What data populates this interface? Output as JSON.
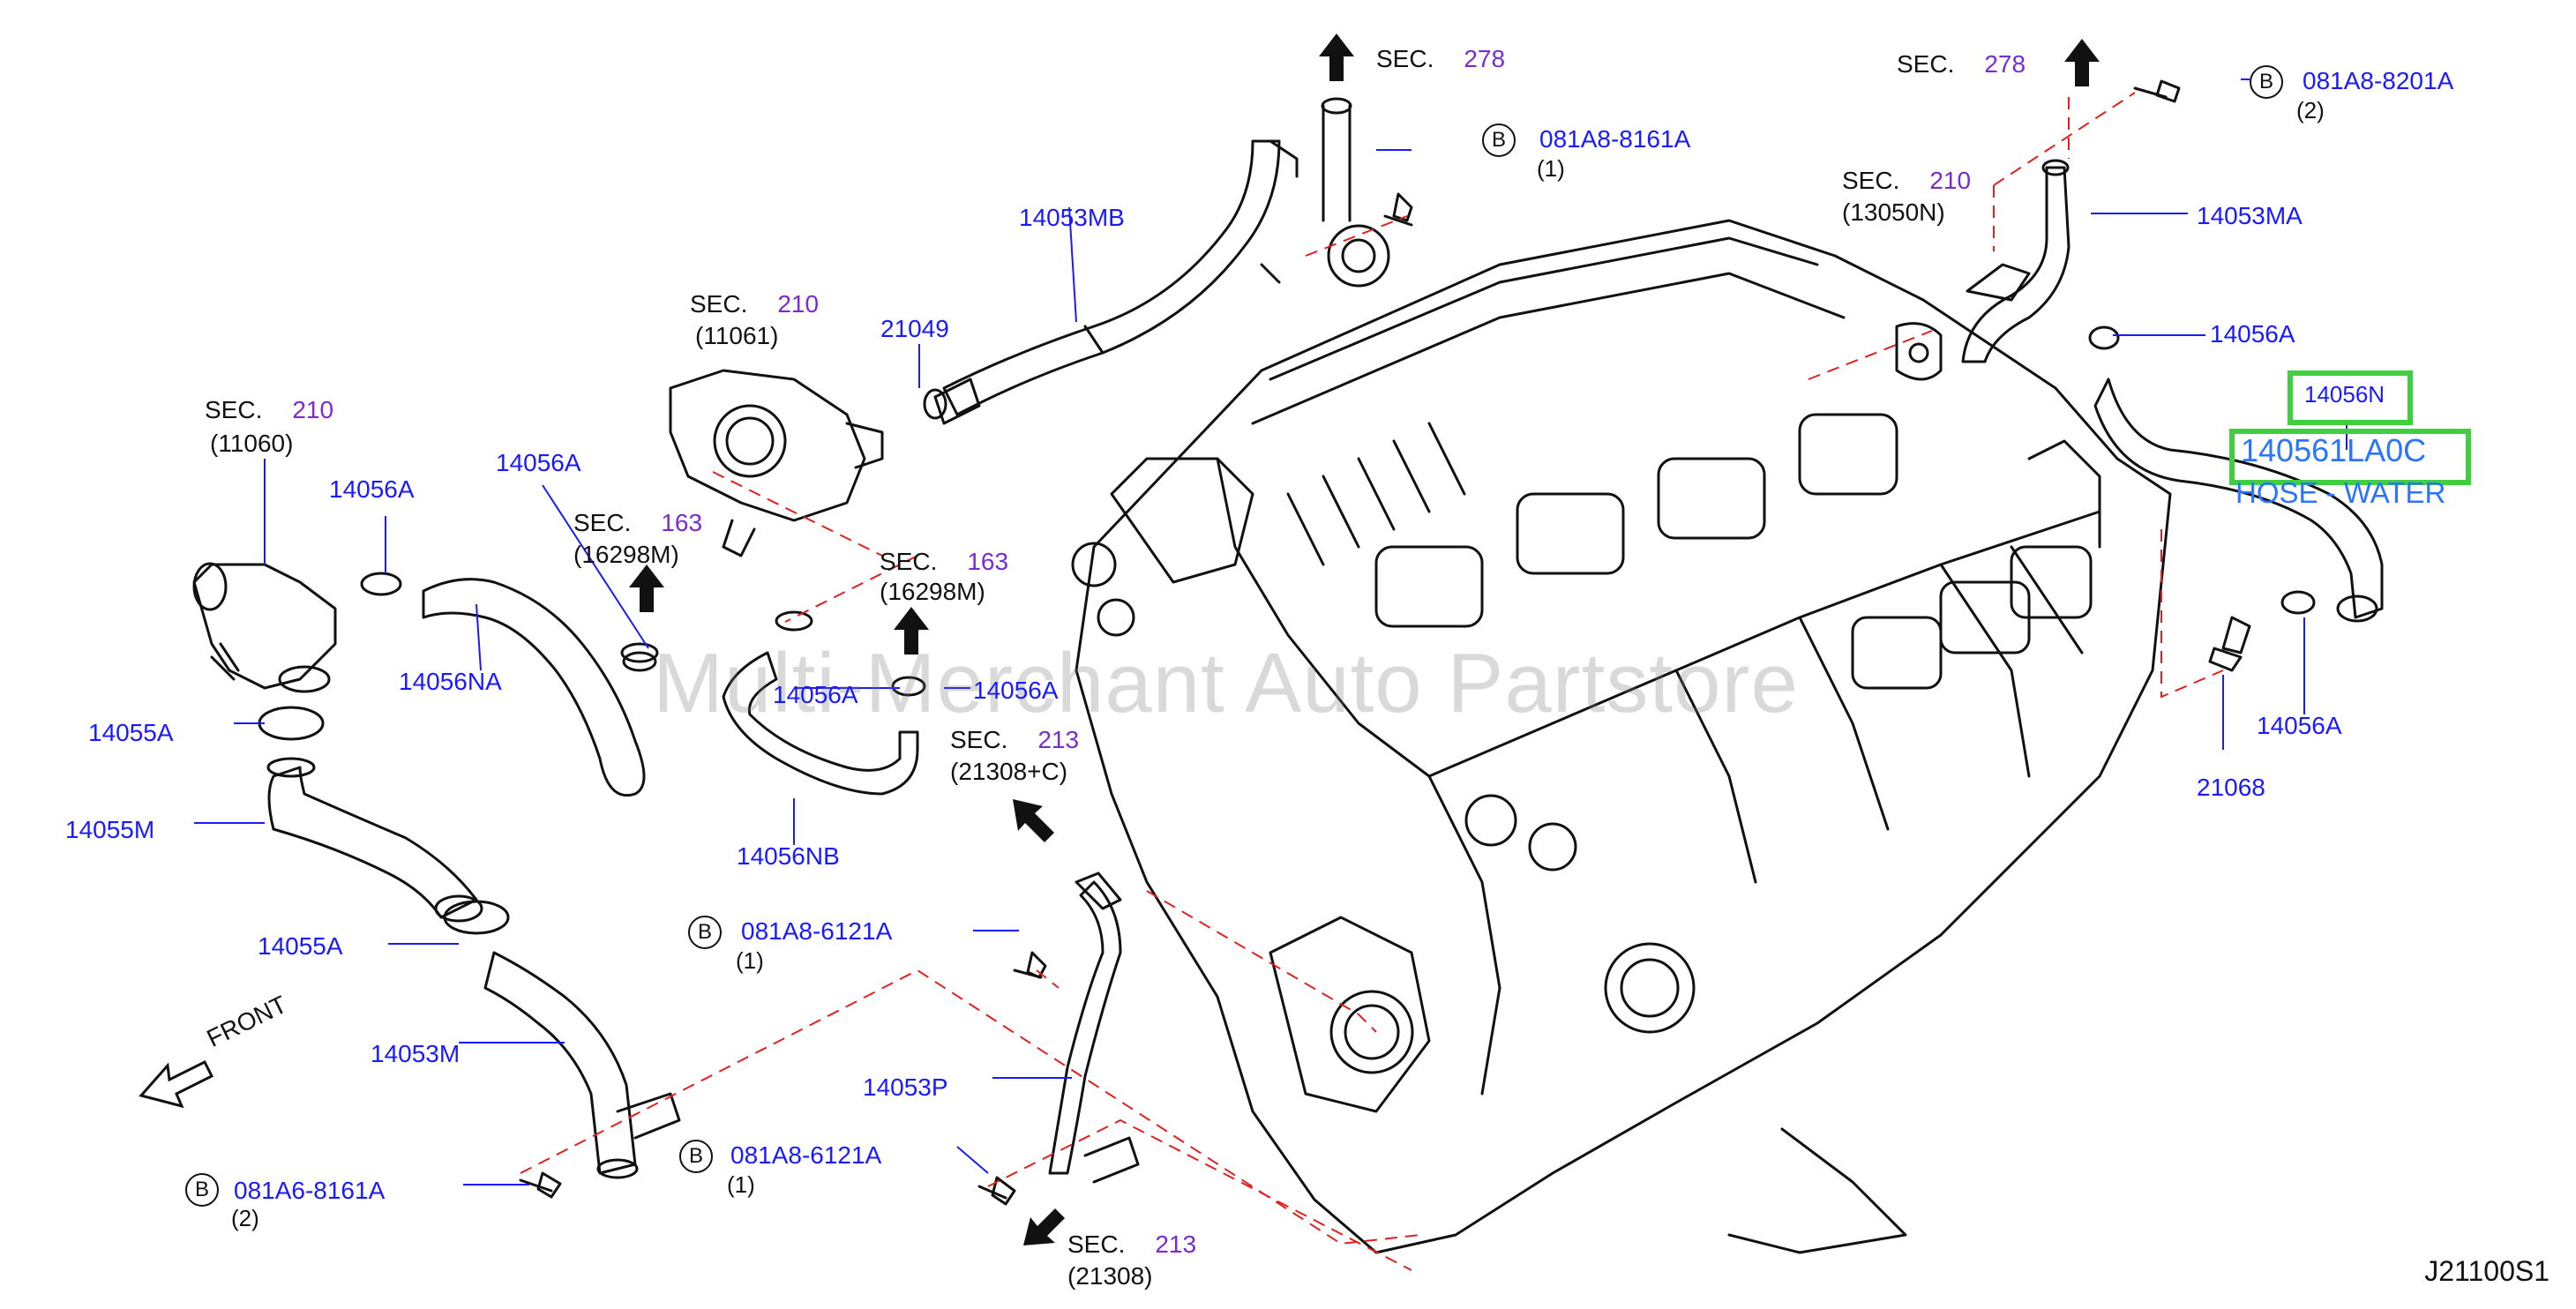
{
  "watermark": "Multi-Merchant Auto Partstore",
  "diagram_code": "J21100S1",
  "front_label": "FRONT",
  "sec_labels": [
    {
      "sec": "SEC.",
      "num": "278"
    },
    {
      "sec": "SEC.",
      "num": "278"
    },
    {
      "sec": "SEC.",
      "num": "210",
      "ref": "(11061)"
    },
    {
      "sec": "SEC.",
      "num": "210",
      "ref": "(11060)"
    },
    {
      "sec": "SEC.",
      "num": "210",
      "ref": "(13050N)"
    },
    {
      "sec": "SEC.",
      "num": "163",
      "ref": "(16298M)"
    },
    {
      "sec": "SEC.",
      "num": "163",
      "ref": "(16298M)"
    },
    {
      "sec": "SEC.",
      "num": "213",
      "ref": "(21308+C)"
    },
    {
      "sec": "SEC.",
      "num": "213",
      "ref": "(21308)"
    }
  ],
  "bolts": [
    {
      "circle": "B",
      "part": "081A8-8161A",
      "qty": "(1)"
    },
    {
      "circle": "B",
      "part": "081A8-8201A",
      "qty": "(2)"
    },
    {
      "circle": "B",
      "part": "081A8-6121A",
      "qty": "(1)"
    },
    {
      "circle": "B",
      "part": "081A8-6121A",
      "qty": "(1)"
    },
    {
      "circle": "B",
      "part": "081A6-8161A",
      "qty": "(2)"
    }
  ],
  "parts": {
    "p14053MB": "14053MB",
    "p14053MA": "14053MA",
    "p21049": "21049",
    "p14056A_1": "14056A",
    "p14056A_2": "14056A",
    "p14056A_3": "14056A",
    "p14056A_4": "14056A",
    "p14056A_5": "14056A",
    "p14056A_6": "14056A",
    "p14056NA": "14056NA",
    "p14056NB": "14056NB",
    "p14055A_1": "14055A",
    "p14055A_2": "14055A",
    "p14055M": "14055M",
    "p14053M": "14053M",
    "p14053P": "14053P",
    "p21068": "21068",
    "p14056N": "14056N"
  },
  "highlight": {
    "part_number": "140561LA0C",
    "description": "HOSE - WATER"
  },
  "colors": {
    "part_label": "#1a1aff",
    "section_number": "#7b2bd0",
    "highlight_border": "#3fcf3f",
    "leader_dashed": "#e02020"
  }
}
